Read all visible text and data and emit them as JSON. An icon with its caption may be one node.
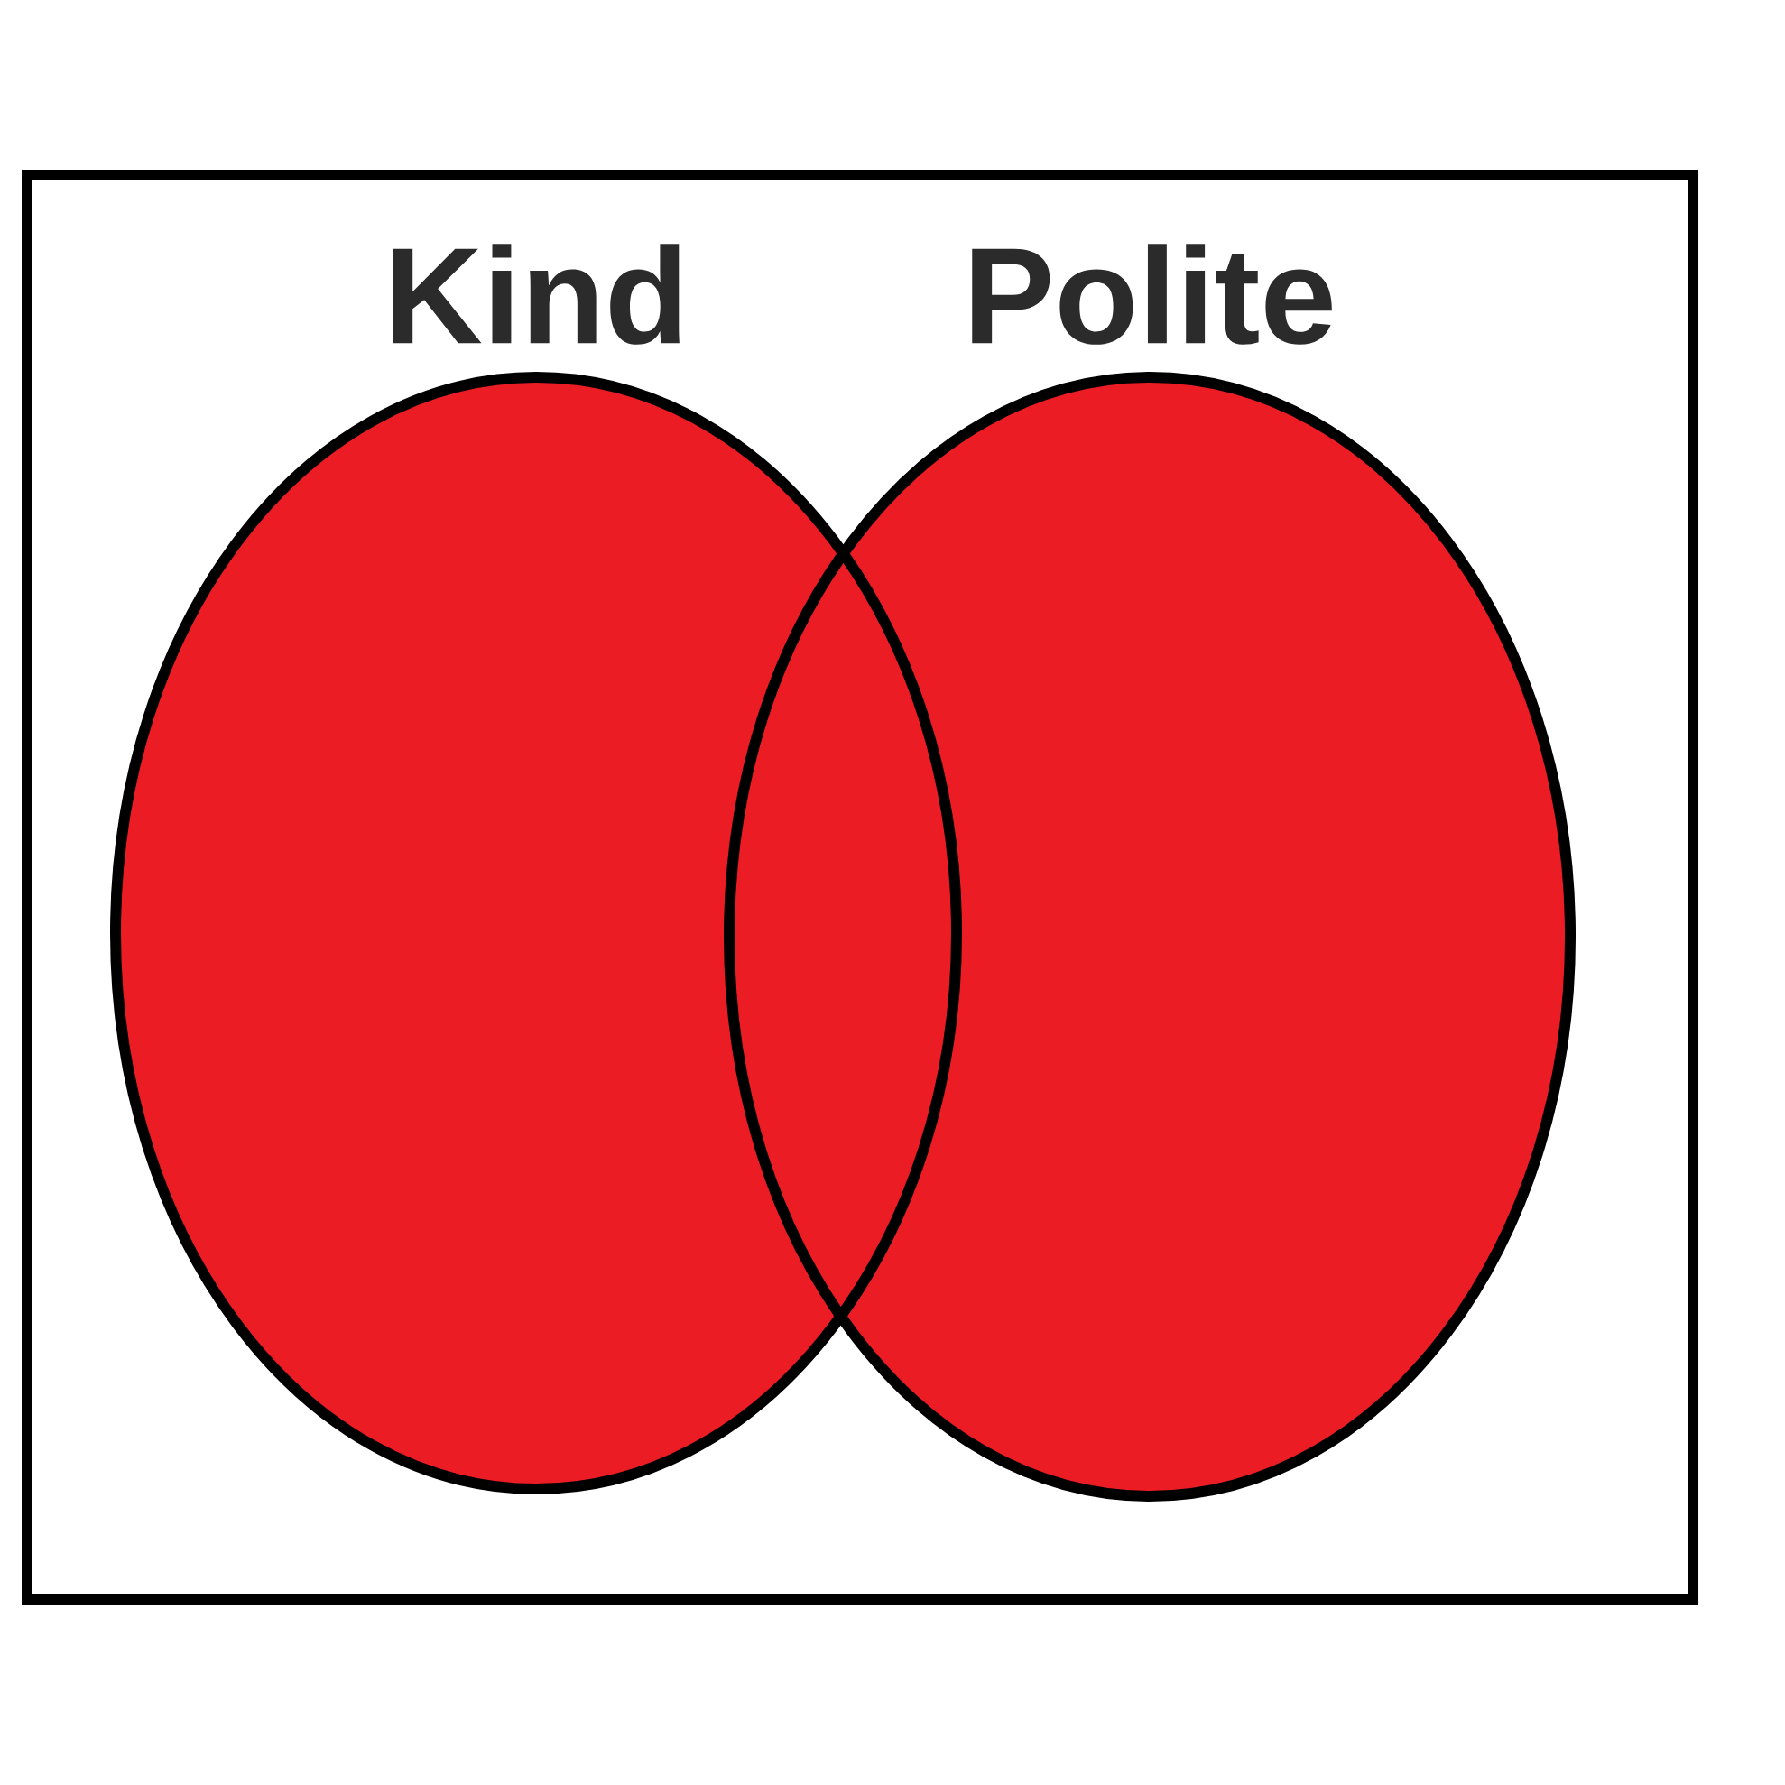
{
  "diagram": {
    "nodes": [
      {
        "text": [],
        "shape": "box"
      },
      {
        "text": [
          "Kind"
        ],
        "in": 0
      },
      {
        "text": [
          "Polite"
        ],
        "in": 0
      }
    ]
  }
}
